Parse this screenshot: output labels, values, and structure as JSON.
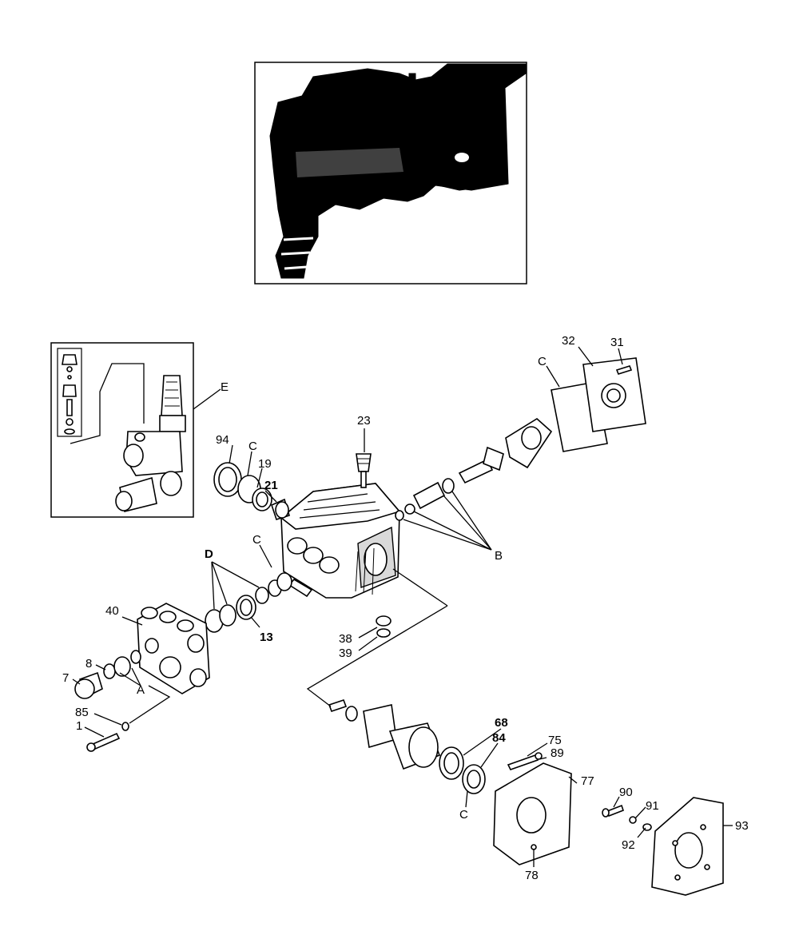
{
  "diagram": {
    "callouts": {
      "c1": "1",
      "c7": "7",
      "c8": "8",
      "c13": "13",
      "c19": "19",
      "c21": "21",
      "c23": "23",
      "c31": "31",
      "c32": "32",
      "c38": "38",
      "c39": "39",
      "c40": "40",
      "c68": "68",
      "c75": "75",
      "c77": "77",
      "c78": "78",
      "c84": "84",
      "c85": "85",
      "c89": "89",
      "c90": "90",
      "c91": "91",
      "c92": "92",
      "c93": "93",
      "c94": "94",
      "A": "A",
      "B": "B",
      "Cseal": "C",
      "Cgasket": "C",
      "Cpiston": "C",
      "Cbearing": "C",
      "D": "D",
      "E": "E"
    }
  }
}
